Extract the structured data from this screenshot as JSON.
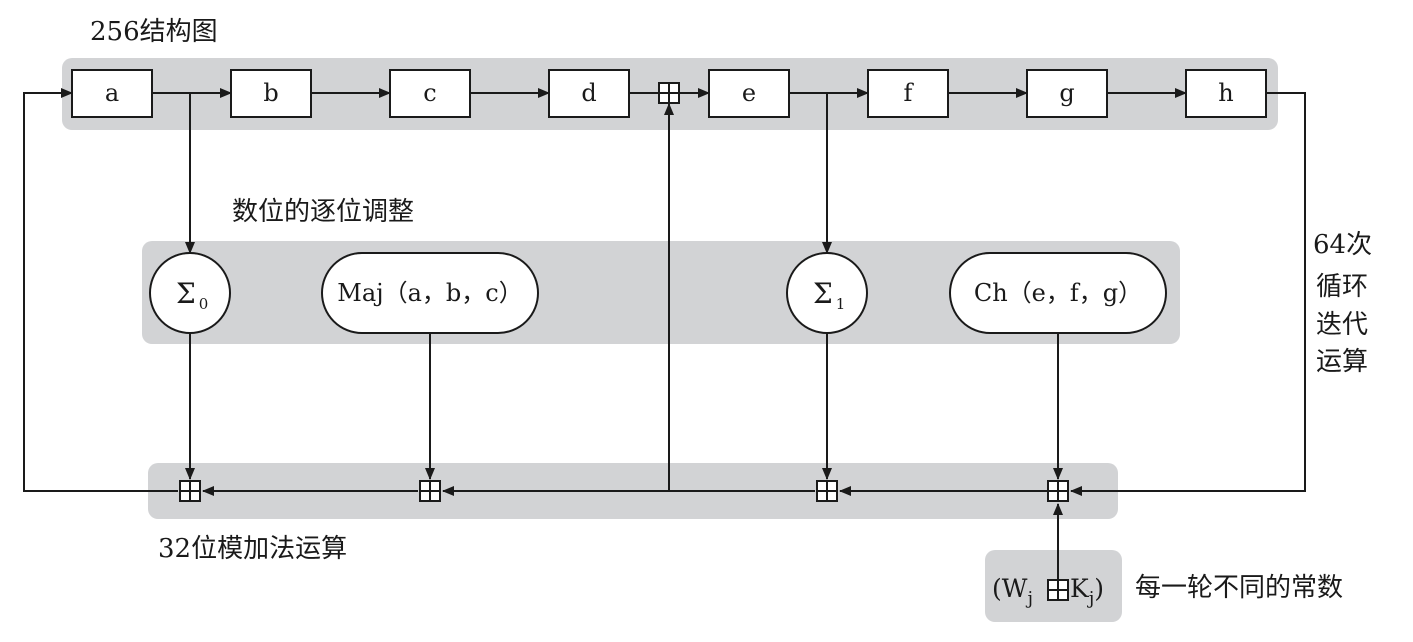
{
  "title": "256结构图",
  "registers": [
    "a",
    "b",
    "c",
    "d",
    "e",
    "f",
    "g",
    "h"
  ],
  "bitwise_label": "数位的逐位调整",
  "functions": {
    "sigma0_symbol": "Σ",
    "sigma0_sub": "0",
    "maj": "Maj（a，b，c）",
    "sigma1_symbol": "Σ",
    "sigma1_sub": "1",
    "ch": "Ch（e，f，g）"
  },
  "loop_label": [
    "64次",
    "循环",
    "迭代",
    "运算"
  ],
  "adder_label": "32位模加法运算",
  "wk": {
    "open": "(W",
    "j1": "j",
    "k": "K",
    "j2": "j",
    "close": ")"
  },
  "constant_label": "每一轮不同的常数",
  "colors": {
    "panel": "#d2d3d5",
    "line": "#1a1a1a",
    "box": "#ffffff"
  }
}
